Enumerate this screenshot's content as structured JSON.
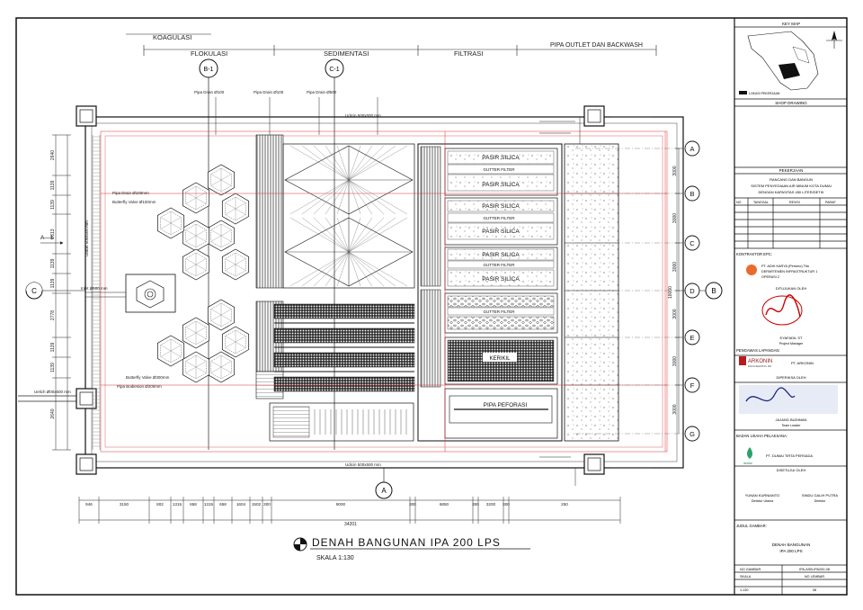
{
  "sections": {
    "koagulasi": "KOAGULASI",
    "flokulasi": "FLOKULASI",
    "sedimentasi": "SEDIMENTASI",
    "filtrasi": "FILTRASI",
    "pipa_outlet": "PIPA OUTLET DAN BACKWASH"
  },
  "pipes": {
    "drain1": "Pipa Drain Ø100",
    "drain2": "Pipa Drain Ø100",
    "drain3": "Pipa Drain Ø500",
    "drain4": "Pipa Drain Ø100mm",
    "butterfly1": "Butterfly Valve Ø100mm",
    "butterfly2": "Butterfly Valve Ø300mm",
    "bodiesion": "Pipa Bodiesion Ø200mm",
    "inlet_left": "Inlet Ø600 mm",
    "udicin_top": "Udicin 500x500 mm",
    "udicin_bot": "Udicin 500x500 mm",
    "udicin_left": "Uelich Ø00x600 mm",
    "udicin_vert": "Udicin 500x500 mm"
  },
  "filters": {
    "pasir": "PASIR SILICA",
    "gutter": "GUTTER FILTER",
    "kerikil": "KERIKIL",
    "pipa_perforasi": "PIPA PEFORASI"
  },
  "section_marks": [
    "A",
    "B",
    "C",
    "D",
    "E",
    "F",
    "G"
  ],
  "cut_marks": {
    "left": "C",
    "right": "B",
    "bottom": "A",
    "top1": "B-1",
    "top2": "C-1"
  },
  "left_dims": [
    "2640",
    "1139",
    "1139",
    "2613",
    "1139",
    "1139",
    "2778",
    "1139",
    "1139",
    "2640"
  ],
  "right_dims": [
    "3000",
    "3000",
    "3000",
    "3000",
    "3000",
    "3000"
  ],
  "right_total": "18000",
  "bottom_dims": [
    "946",
    "3150",
    "802",
    "1315",
    "658",
    "1315",
    "658",
    "1604",
    "1502",
    "300",
    "9000",
    "300",
    "6850",
    "300",
    "3200",
    "300",
    "250"
  ],
  "bottom_total": "34201",
  "drawing_title": "DENAH BANGUNAN IPA 200 LPS",
  "scale": "SKALA 1:130",
  "title_block": {
    "key_map": "KEY MAP",
    "lokasi": "LOKASI PEKERJAAN",
    "shop_drawing": "SHOP DRAWING",
    "pekerjaan_head": "PEKERJAAN",
    "pekerjaan": [
      "RANCANG DAN BANGUN",
      "SISTEM PENYEDIAAN AIR MINUM KOTA DUMAI",
      "DENGAN KAPASITAS 450 LITER/DETIK"
    ],
    "rev_headers": [
      "NO",
      "TANGGAL",
      "REVISI",
      "PARAF"
    ],
    "kontraktor_head": "KONTRAKTOR EPC:",
    "kontraktor": [
      "PT. ADHI KARYA (Persero) Tbk",
      "DEPARTEMEN INFRASTRUKTUR 1",
      "OPERASI 2"
    ],
    "ditujukan": "DITUJUKAN OLEH",
    "sign1_name": "EYAFADIL ST",
    "sign1_role": "Project Manager",
    "pengawas_head": "PENGAWAS LAPANGAN:",
    "pengawas_logo": "ARKONIN",
    "pengawas_logo_sub": "ENGINEERING MP",
    "pengawas": "PT. ARKONIN",
    "diperiksa": "DIPERIKSA OLEH",
    "sign2_name": "JAJANG BUDIMAN",
    "sign2_role": "Team Leader",
    "badan_head": "BADAN USAHA PELAKSANA:",
    "badan_logo": "dumai",
    "badan": "PT. DUMAI TIRTA PERSADA",
    "disetujui": "DISETUJUI OLEH",
    "approver1_name": "YUNAN KURNIANTO",
    "approver1_role": "Direktur Utama",
    "approver2_name": "SINDU GALIH PUTRA",
    "approver2_role": "Direktur",
    "judul_head": "JUDUL GAMBAR:",
    "judul": [
      "DENAH BANGUNAN",
      "IPA 200 LPS"
    ],
    "no_gambar_label": "NO GAMBAR",
    "no_gambar": "IPA-ASB-IPA200-08",
    "skala_label": "SKALA",
    "skala": "1:130",
    "no_lembar_label": "NO LEMBAR",
    "no_lembar": "08"
  }
}
